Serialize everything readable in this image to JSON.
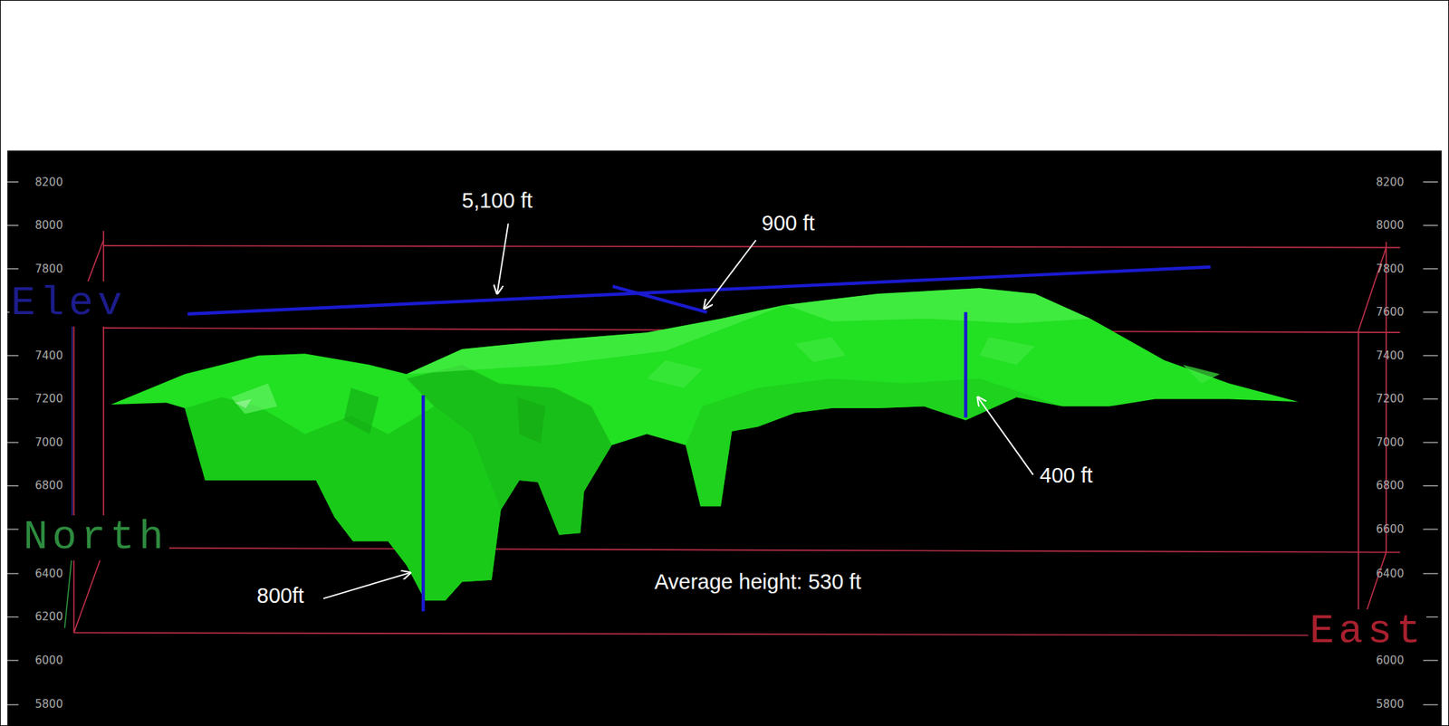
{
  "diagram": {
    "labels": [
      "8200",
      "8000",
      "7800",
      "7600",
      "7400",
      "7200",
      "7000",
      "6800",
      "6600",
      "6400",
      "6200",
      "6000",
      "5800",
      "8200",
      "8000",
      "7800",
      "7600",
      "7400",
      "7200",
      "7000",
      "6800",
      "6600",
      "6400",
      "6200",
      "6000",
      "5800",
      "Elev",
      "North",
      "East",
      "5,100 ft",
      "900 ft",
      "400 ft",
      "800ft",
      "Average height: 530 ft"
    ]
  }
}
